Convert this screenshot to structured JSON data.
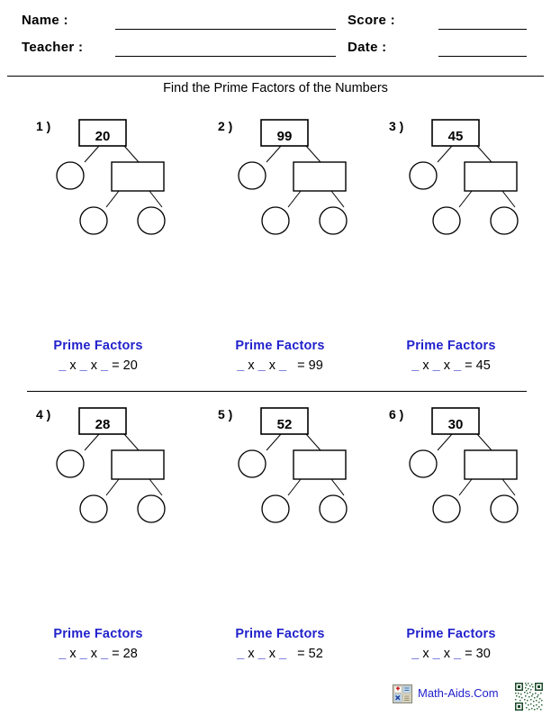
{
  "header": {
    "name_label": "Name :",
    "teacher_label": "Teacher :",
    "score_label": "Score :",
    "date_label": "Date :",
    "name_value": "",
    "teacher_value": "",
    "score_value": "",
    "date_value": ""
  },
  "title": "Find the Prime Factors of the Numbers",
  "colors": {
    "accent_blue": "#2222cc",
    "ink_black": "#000000",
    "page_background": "#ffffff"
  },
  "answer_block": {
    "heading": "Prime Factors",
    "blank": "_",
    "times": "x",
    "equals": "="
  },
  "problems": [
    {
      "number_label": "1 )",
      "value": "20",
      "answer_heading": "Prime Factors",
      "answer_line": "_ x _ x _ = 20",
      "wide_gap": false,
      "nodes": {
        "root_shape": "rectangle",
        "left_child_shape": "circle",
        "right_child_shape": "rectangle",
        "leaf_left_shape": "circle",
        "leaf_right_shape": "circle"
      }
    },
    {
      "number_label": "2 )",
      "value": "99",
      "answer_heading": "Prime Factors",
      "answer_line": "_ x _ x _  = 99",
      "wide_gap": true,
      "nodes": {
        "root_shape": "rectangle",
        "left_child_shape": "circle",
        "right_child_shape": "rectangle",
        "leaf_left_shape": "circle",
        "leaf_right_shape": "circle"
      }
    },
    {
      "number_label": "3 )",
      "value": "45",
      "answer_heading": "Prime Factors",
      "answer_line": "_ x _ x _ = 45",
      "wide_gap": false,
      "nodes": {
        "root_shape": "rectangle",
        "left_child_shape": "circle",
        "right_child_shape": "rectangle",
        "leaf_left_shape": "circle",
        "leaf_right_shape": "circle"
      }
    },
    {
      "number_label": "4 )",
      "value": "28",
      "answer_heading": "Prime Factors",
      "answer_line": "_ x _ x _ = 28",
      "wide_gap": false,
      "nodes": {
        "root_shape": "rectangle",
        "left_child_shape": "circle",
        "right_child_shape": "rectangle",
        "leaf_left_shape": "circle",
        "leaf_right_shape": "circle"
      }
    },
    {
      "number_label": "5 )",
      "value": "52",
      "answer_heading": "Prime Factors",
      "answer_line": "_ x _ x _  = 52",
      "wide_gap": true,
      "nodes": {
        "root_shape": "rectangle",
        "left_child_shape": "circle",
        "right_child_shape": "rectangle",
        "leaf_left_shape": "circle",
        "leaf_right_shape": "circle"
      }
    },
    {
      "number_label": "6 )",
      "value": "30",
      "answer_heading": "Prime Factors",
      "answer_line": "_ x _ x _ = 30",
      "wide_gap": false,
      "nodes": {
        "root_shape": "rectangle",
        "left_child_shape": "circle",
        "right_child_shape": "rectangle",
        "leaf_left_shape": "circle",
        "leaf_right_shape": "circle"
      }
    }
  ],
  "footer": {
    "site_name": "Math-Aids.Com",
    "logo_icon": "calculator-icon",
    "qr_icon": "qr-code"
  }
}
